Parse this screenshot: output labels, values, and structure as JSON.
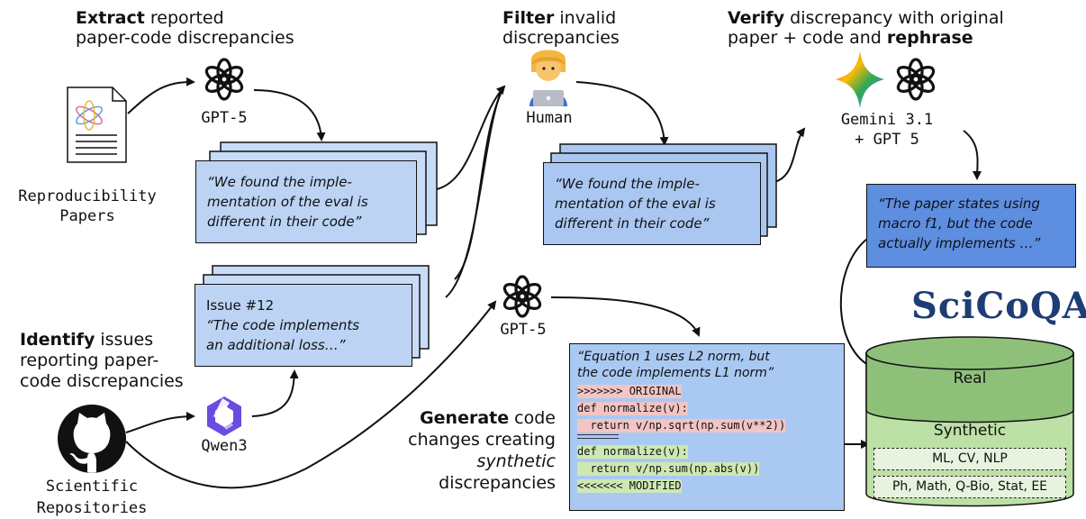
{
  "extract": {
    "bold": "Extract",
    "rest_line1": " reported",
    "line2": "paper-code discrepancies"
  },
  "filter": {
    "bold": "Filter",
    "rest_line1": " invalid",
    "line2": "discrepancies"
  },
  "verify": {
    "bold": "Verify",
    "rest_line1": " discrepancy with original",
    "line2": "paper + code and ",
    "bold2": "rephrase"
  },
  "identify": {
    "bold": "Identify",
    "rest_line1": " issues",
    "line2": "reporting paper-",
    "line3": "code discrepancies"
  },
  "generate": {
    "bold": "Generate",
    "rest_line1": " code",
    "line2": "changes creating",
    "italic": "synthetic",
    "rest_line3": " discrepancies"
  },
  "labels": {
    "gpt5_top": "GPT-5",
    "human": "Human",
    "gemini_line1": "Gemini 3.1",
    "gemini_line2": "+ GPT 5",
    "repro_line1": "Reproducibility",
    "repro_line2": "Papers",
    "qwen": "Qwen3",
    "gpt5_mid": "GPT-5",
    "sci_line1": "Scientific",
    "sci_line2": "Repositories"
  },
  "cards": {
    "extract_quote": [
      "“We found the imple-",
      "mentation of the eval is",
      "different in their code”"
    ],
    "filter_quote": [
      "“We found the imple-",
      "mentation of the eval is",
      "different in their code”"
    ],
    "issue_title": "Issue #12",
    "issue_quote": [
      "“The code implements",
      "an additional loss…”"
    ],
    "verify_quote": [
      "“The paper states using",
      "macro f1, but the code",
      "actually implements …”"
    ]
  },
  "code_block": {
    "quote_line1": "“Equation 1 uses L2 norm, but",
    "quote_line2": "the code implements L1 norm”",
    "original_marker": ">>>>>>> ORIGINAL",
    "orig_def": "def normalize(v):",
    "orig_return": "  return v/np.sqrt(np.sum(v**2))",
    "mod_def": "def normalize(v):",
    "mod_return": "  return v/np.sum(np.abs(v))",
    "modified_marker": "<<<<<<< MODIFIED"
  },
  "dataset": {
    "title": "SciCoQA",
    "real": "Real",
    "synthetic": "Synthetic",
    "sub1": "ML, CV, NLP",
    "sub2": "Ph, Math, Q-Bio, Stat, EE"
  },
  "icons": [
    "openai-logo-icon",
    "document-icon",
    "human-laptop-icon",
    "gemini-logo-icon",
    "qwen-logo-icon",
    "github-logo-icon"
  ],
  "colors": {
    "card": "#bcd3f4",
    "verify_box": "#5d8ee0",
    "code_bg": "#a9c9f2",
    "db_real": "#8fc07a",
    "db_synth": "#bde0a6",
    "title": "#1f3d75"
  }
}
